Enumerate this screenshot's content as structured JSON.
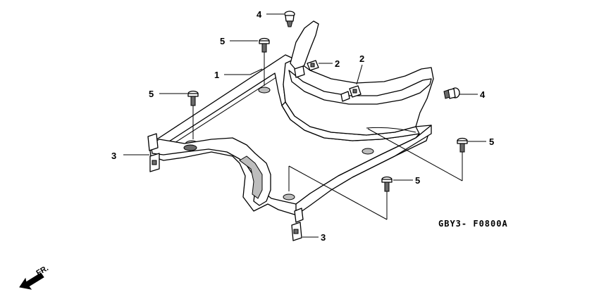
{
  "diagram": {
    "code": "GBY3- F0800A",
    "direction_label": "FR.",
    "callouts": [
      {
        "id": "c4a",
        "text": "4"
      },
      {
        "id": "c5a",
        "text": "5"
      },
      {
        "id": "c2a",
        "text": "2"
      },
      {
        "id": "c2b",
        "text": "2"
      },
      {
        "id": "c1",
        "text": "1"
      },
      {
        "id": "c5b",
        "text": "5"
      },
      {
        "id": "c4b",
        "text": "4"
      },
      {
        "id": "c5c",
        "text": "5"
      },
      {
        "id": "c3a",
        "text": "3"
      },
      {
        "id": "c5d",
        "text": "5"
      },
      {
        "id": "c3b",
        "text": "3"
      }
    ]
  }
}
